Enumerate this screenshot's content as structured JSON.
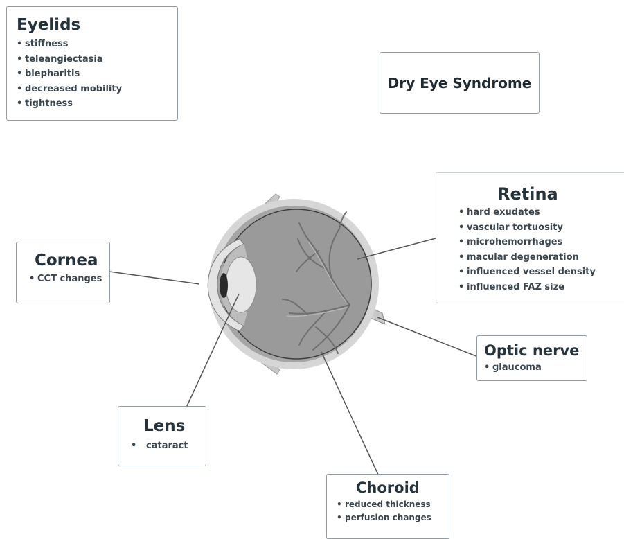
{
  "title": "Dry Eye Syndrome",
  "eyelids": {
    "heading": "Eyelids",
    "items": [
      "stiffness",
      "teleangiectasia",
      "blepharitis",
      "decreased mobility",
      "tightness"
    ]
  },
  "retina": {
    "heading": "Retina",
    "items": [
      "hard exudates",
      "vascular tortuosity",
      "microhemorrhages",
      "macular degeneration",
      "influenced vessel density",
      "influenced FAZ size"
    ]
  },
  "cornea": {
    "heading": "Cornea",
    "items": [
      "CCT changes"
    ]
  },
  "optic_nerve": {
    "heading": "Optic nerve",
    "items": [
      "glaucoma"
    ]
  },
  "lens": {
    "heading": "Lens",
    "items": [
      "cataract"
    ]
  },
  "choroid": {
    "heading": "Choroid",
    "items": [
      "reduced thickness",
      "perfusion changes"
    ]
  },
  "colors": {
    "box_border": "#8f9aa2",
    "heading_text": "#25333d",
    "eye_sclera": "#d4d4d4",
    "eye_interior": "#9b9b9b",
    "vessels": "#6f6f6f",
    "connector": "#555555"
  }
}
